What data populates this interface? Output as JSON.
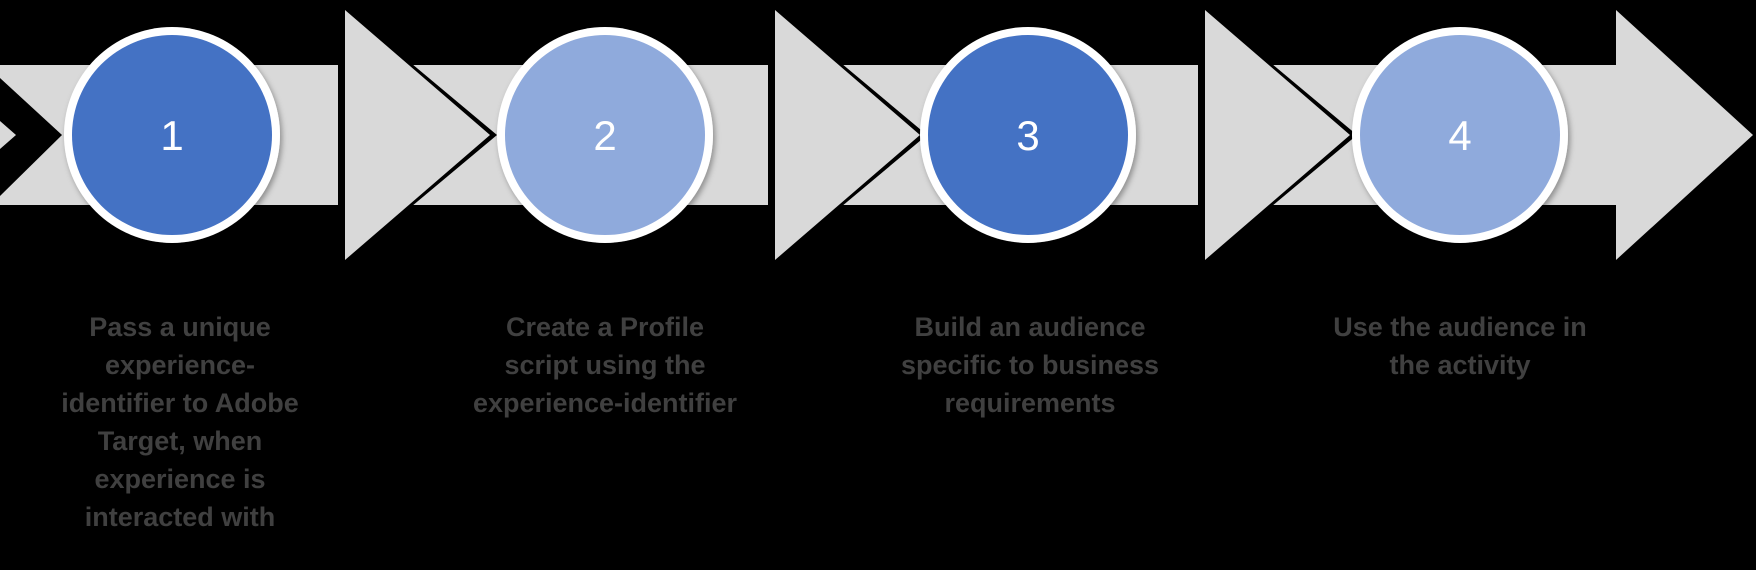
{
  "colors": {
    "background": "#000000",
    "arrow": "#d9d9d9",
    "circle_ring": "#ffffff",
    "number_text": "#ffffff",
    "description_text": "#404040"
  },
  "steps": [
    {
      "number": "1",
      "circle_color": "#4472c4",
      "lines": [
        "Pass a unique",
        "experience-",
        "identifier to Adobe",
        "Target, when",
        "experience is",
        "interacted with"
      ]
    },
    {
      "number": "2",
      "circle_color": "#8faadc",
      "lines": [
        "Create a Profile",
        "script using the",
        "experience-identifier"
      ]
    },
    {
      "number": "3",
      "circle_color": "#4472c4",
      "lines": [
        "Build an audience",
        "specific to business",
        "requirements"
      ]
    },
    {
      "number": "4",
      "circle_color": "#8faadc",
      "lines": [
        "Use the audience in",
        "the activity"
      ]
    }
  ]
}
